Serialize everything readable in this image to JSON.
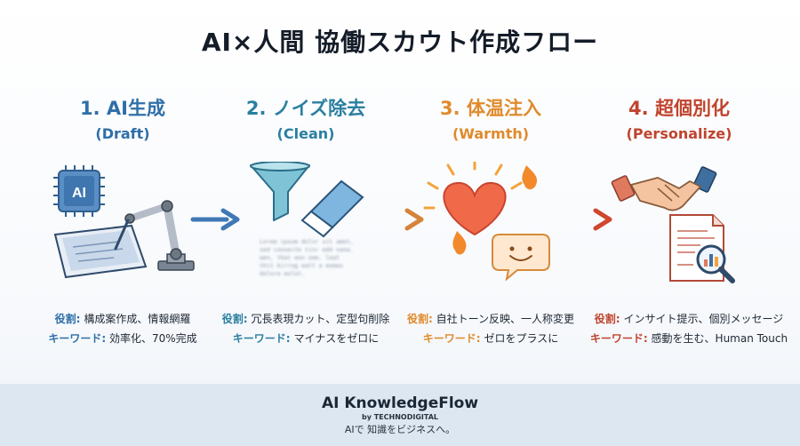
{
  "title": "AI×人間 協働スカウト作成フロー",
  "colors": {
    "step1": "#2f6fa8",
    "step2": "#2a7fa0",
    "step3": "#e08a2c",
    "step4": "#c0442e",
    "footer_bg": "#dde7f1"
  },
  "steps": [
    {
      "title": "1. AI生成",
      "subtitle": "(Draft)",
      "icons": [
        "ai-chip-icon",
        "robot-arm-icon",
        "tablet-icon"
      ],
      "chip_label": "AI",
      "role_label": "役割:",
      "role_text": "構成案作成、情報網羅",
      "keyword_label": "キーワード:",
      "keyword_text": "効率化、70%完成"
    },
    {
      "title": "2. ノイズ除去",
      "subtitle": "(Clean)",
      "icons": [
        "funnel-icon",
        "eraser-icon"
      ],
      "blurred_lines": [
        "Lorem ipsum dolor sit amet,",
        "sed consecte tinr edd nane.",
        "wen, that enn sme. leat",
        "thit kirrog eatt a eomeo",
        "dolore eolot."
      ],
      "role_label": "役割:",
      "role_text": "冗長表現カット、定型句削除",
      "keyword_label": "キーワード:",
      "keyword_text": "マイナスをゼロに"
    },
    {
      "title": "3. 体温注入",
      "subtitle": "(Warmth)",
      "icons": [
        "heart-icon",
        "flame-icon",
        "smile-chat-icon"
      ],
      "role_label": "役割:",
      "role_text": "自社トーン反映、一人称変更",
      "keyword_label": "キーワード:",
      "keyword_text": "ゼロをプラスに"
    },
    {
      "title": "4. 超個別化",
      "subtitle": "(Personalize)",
      "icons": [
        "handshake-icon",
        "document-icon",
        "magnifier-icon"
      ],
      "role_label": "役割:",
      "role_text": "インサイト提示、個別メッセージ",
      "keyword_label": "キーワード:",
      "keyword_text": "感動を生む、Human Touch"
    }
  ],
  "footer": {
    "brand": "AI KnowledgeFlow",
    "by": "by TECHNODIGITAL",
    "tagline": "AIで 知識をビジネスへ。"
  }
}
